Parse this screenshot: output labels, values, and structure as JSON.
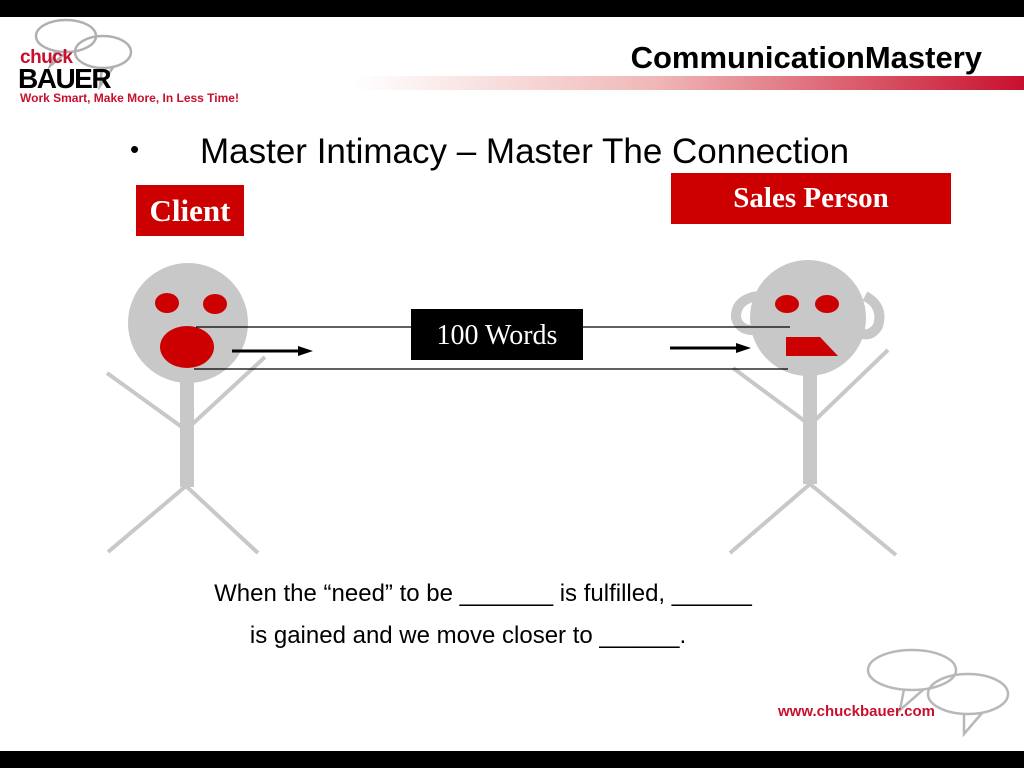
{
  "logo": {
    "chuck": "chuck",
    "bauer": "BAUER",
    "tagline": "Work Smart, Make More, In Less Time!"
  },
  "header": {
    "title": "CommunicationMastery"
  },
  "bullet": {
    "marker": "•",
    "text": "Master Intimacy – Master The Connection"
  },
  "diagram": {
    "left_figure_label": "Client",
    "right_figure_label": "Sales Person",
    "message_label": "100 Words"
  },
  "caption": {
    "line1": "When the “need” to be _______ is fulfilled, ______",
    "line2": "is gained and we move closer to ______."
  },
  "footer": {
    "url": "www.chuckbauer.com"
  },
  "colors": {
    "accent": "#cc0000",
    "figure": "#c8c8c8",
    "text": "#000000"
  }
}
